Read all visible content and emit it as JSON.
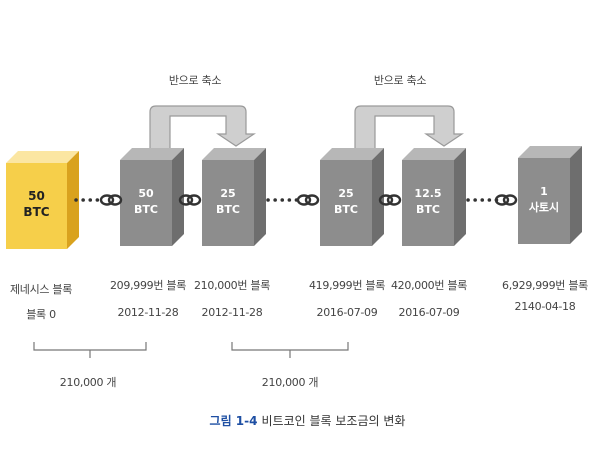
{
  "colors": {
    "genesis_front": "#f6cf4a",
    "genesis_top": "#fbe6a2",
    "genesis_side": "#d9a21e",
    "block_front": "#8d8d8d",
    "block_top": "#b7b7b7",
    "block_side": "#6e6e6e",
    "arrow": "#cfcfcf",
    "arrow_stroke": "#9a9a9a",
    "caption_accent": "#1e4fa3"
  },
  "icons": {
    "link": "chain-link-icon"
  },
  "halving_labels": [
    "반으로 축소",
    "반으로 축소"
  ],
  "blocks": [
    {
      "id": "genesis",
      "line1": "50",
      "line2": "BTC",
      "label1": "제네시스 블록",
      "label2": "블록 0",
      "genesis": true
    },
    {
      "id": "b209999",
      "line1": "50",
      "line2": "BTC",
      "label1": "209,999번 블록",
      "label2": "2012-11-28"
    },
    {
      "id": "b210000",
      "line1": "25",
      "line2": "BTC",
      "label1": "210,000번 블록",
      "label2": "2012-11-28"
    },
    {
      "id": "b419999",
      "line1": "25",
      "line2": "BTC",
      "label1": "419,999번 블록",
      "label2": "2016-07-09"
    },
    {
      "id": "b420000",
      "line1": "12.5",
      "line2": "BTC",
      "label1": "420,000번 블록",
      "label2": "2016-07-09"
    },
    {
      "id": "b6929999",
      "line1": "1",
      "line2": "사토시",
      "label1": "6,929,999번 블록",
      "label2": "2140-04-18"
    }
  ],
  "braces": [
    {
      "label": "210,000 개"
    },
    {
      "label": "210,000 개"
    }
  ],
  "caption": {
    "number": "그림 1-4",
    "text": "비트코인 블록 보조금의 변화"
  }
}
